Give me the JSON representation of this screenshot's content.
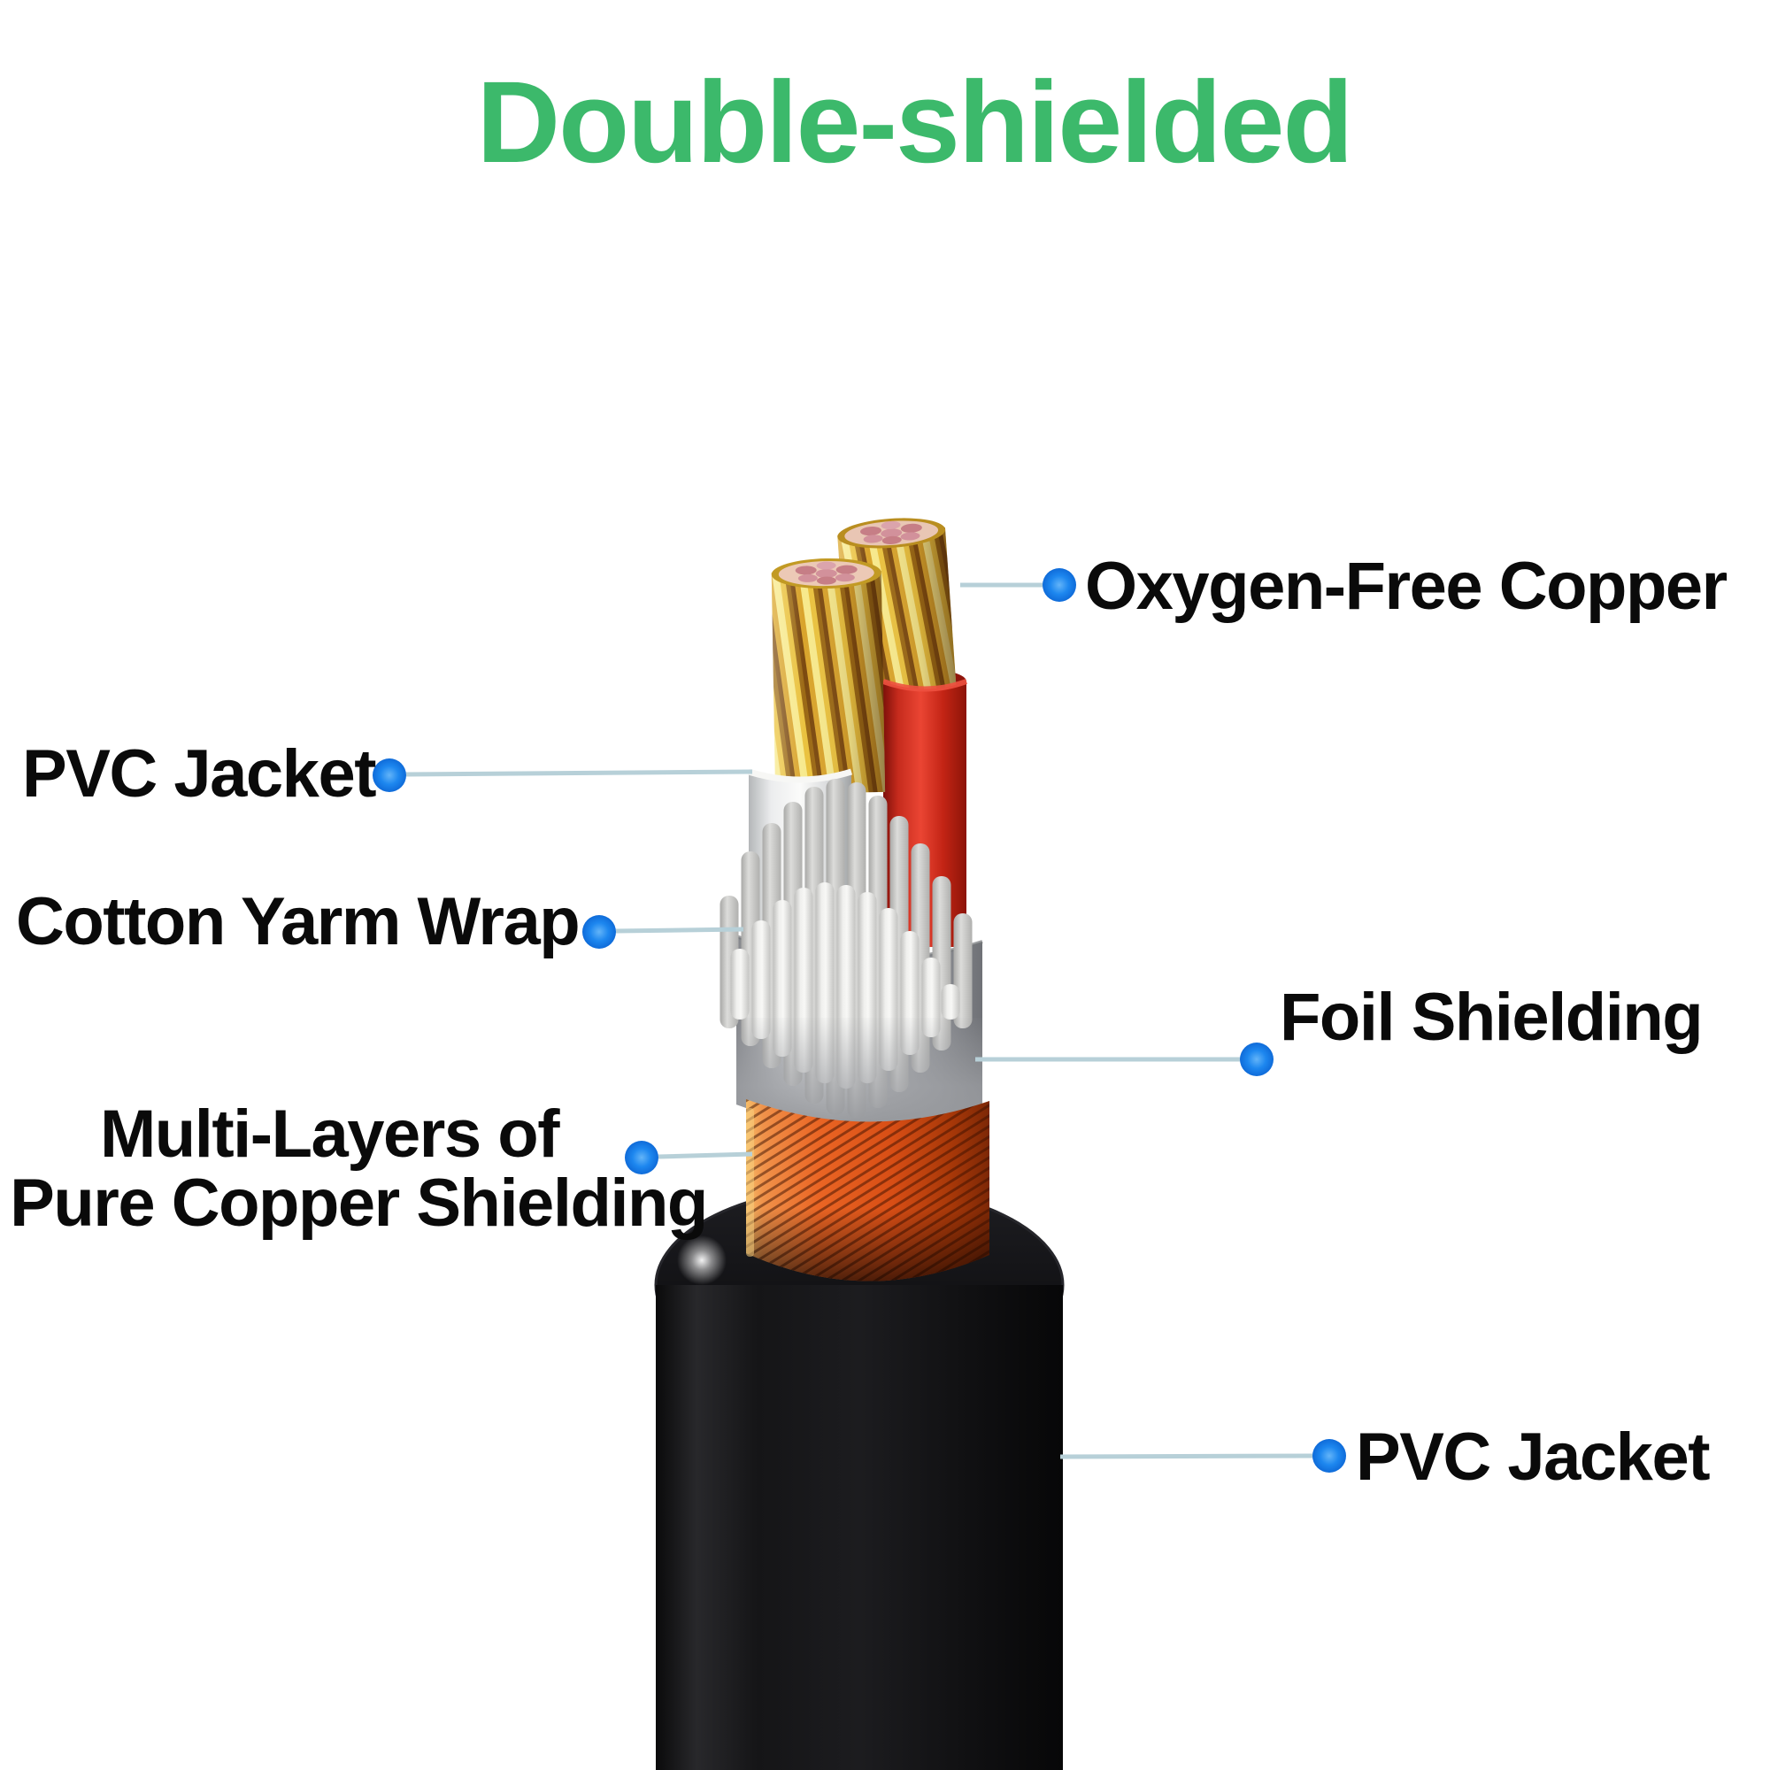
{
  "title": {
    "text": "Double-shielded",
    "color": "#3cb96b"
  },
  "callouts": [
    {
      "id": "oxygen-free-copper",
      "label": "Oxygen-Free Copper",
      "side": "right"
    },
    {
      "id": "pvc-jacket-inner",
      "label": "PVC Jacket",
      "side": "left"
    },
    {
      "id": "cotton-yarn-wrap",
      "label": "Cotton Yarm Wrap",
      "side": "left"
    },
    {
      "id": "foil-shielding",
      "label": "Foil Shielding",
      "side": "right"
    },
    {
      "id": "copper-shielding",
      "label_line1": "Multi-Layers of",
      "label_line2": "Pure Copper Shielding",
      "side": "left"
    },
    {
      "id": "pvc-jacket-outer",
      "label": "PVC Jacket",
      "side": "right"
    }
  ],
  "colors": {
    "title_green": "#3cb96b",
    "label_text": "#0a0a0a",
    "callout_dot_blue": "#1d87ef",
    "callout_line_gray": "#b7d0d8",
    "copper_strand_gold": "#e9c23f",
    "copper_strand_dark": "#7c4a10",
    "conductor_top_pink": "#d2919b",
    "insulation_red": "#d93425",
    "insulation_white": "#f2f2f0",
    "cotton_yarn_white": "#ececea",
    "foil_silver": "#b9bbbf",
    "copper_braid_orange": "#e2571f",
    "jacket_black": "#141416",
    "background": "#ffffff"
  }
}
